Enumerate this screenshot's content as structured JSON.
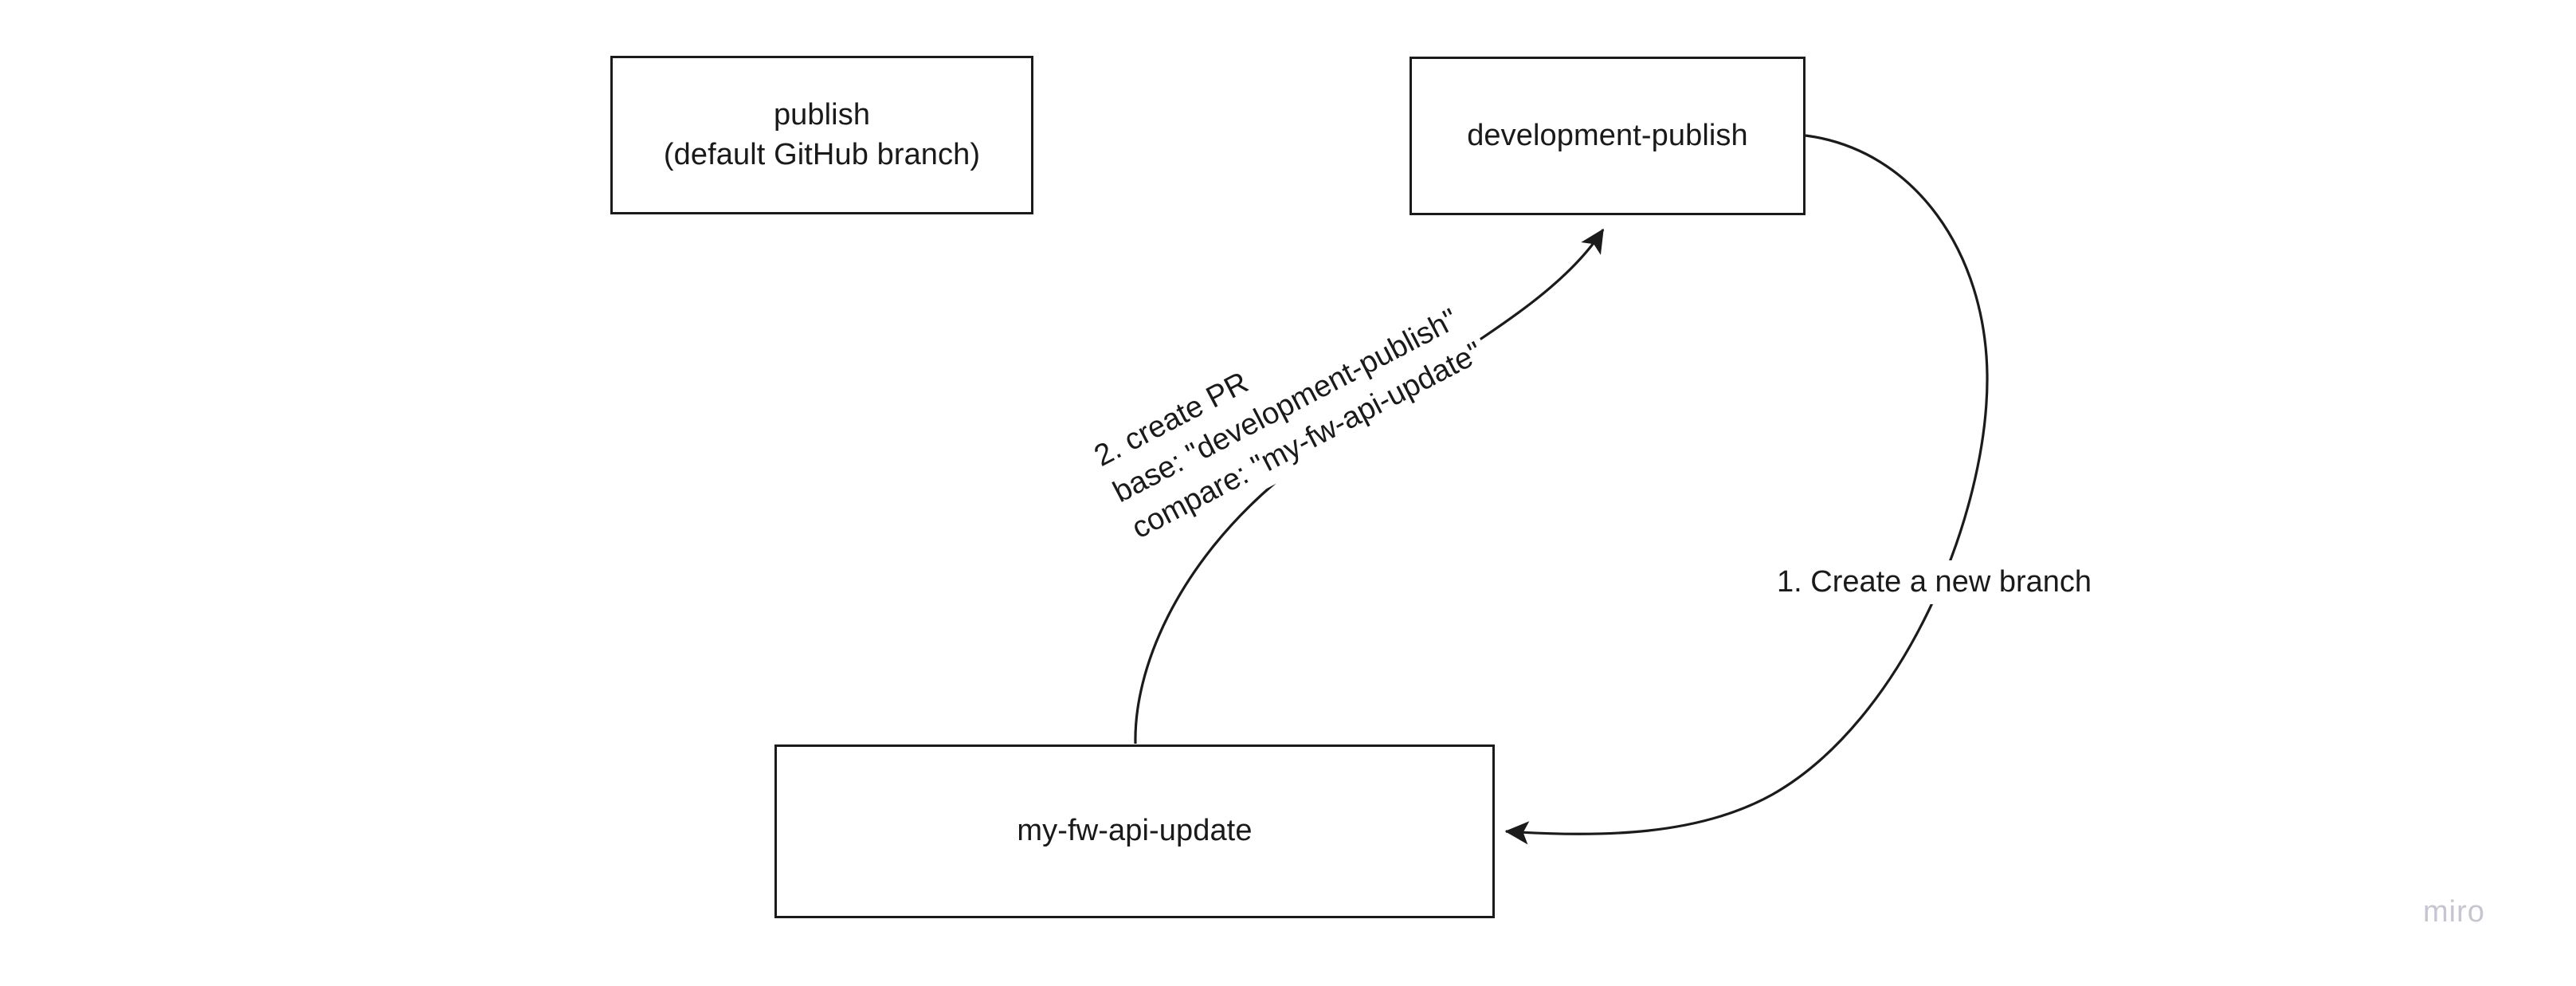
{
  "diagram": {
    "title": "GitHub branch and pull request workflow",
    "background_color": "#ffffff",
    "stroke_color": "#1b1b1b",
    "text_color": "#1a1a1a",
    "nodes": [
      {
        "id": "publish",
        "label": "publish\n(default GitHub branch)",
        "line1": "publish",
        "line2": "(default GitHub branch)"
      },
      {
        "id": "development-publish",
        "label": "development-publish"
      },
      {
        "id": "my-fw-api-update",
        "label": "my-fw-api-update"
      }
    ],
    "edges": [
      {
        "id": "create-branch",
        "from": "development-publish",
        "to": "my-fw-api-update",
        "label": "1. Create a new branch",
        "arrowhead": "to"
      },
      {
        "id": "create-pr",
        "from": "my-fw-api-update",
        "to": "development-publish",
        "label": "2. create PR\nbase: \"development-publish\"\ncompare: \"my-fw-api-update\"",
        "line1": "2. create PR",
        "line2": "base: \"development-publish\"",
        "line3": "compare: \"my-fw-api-update\"",
        "arrowhead": "to",
        "rotation_deg": -27.5
      }
    ]
  },
  "watermark": {
    "text": "miro",
    "color": "#c6c6d2"
  }
}
